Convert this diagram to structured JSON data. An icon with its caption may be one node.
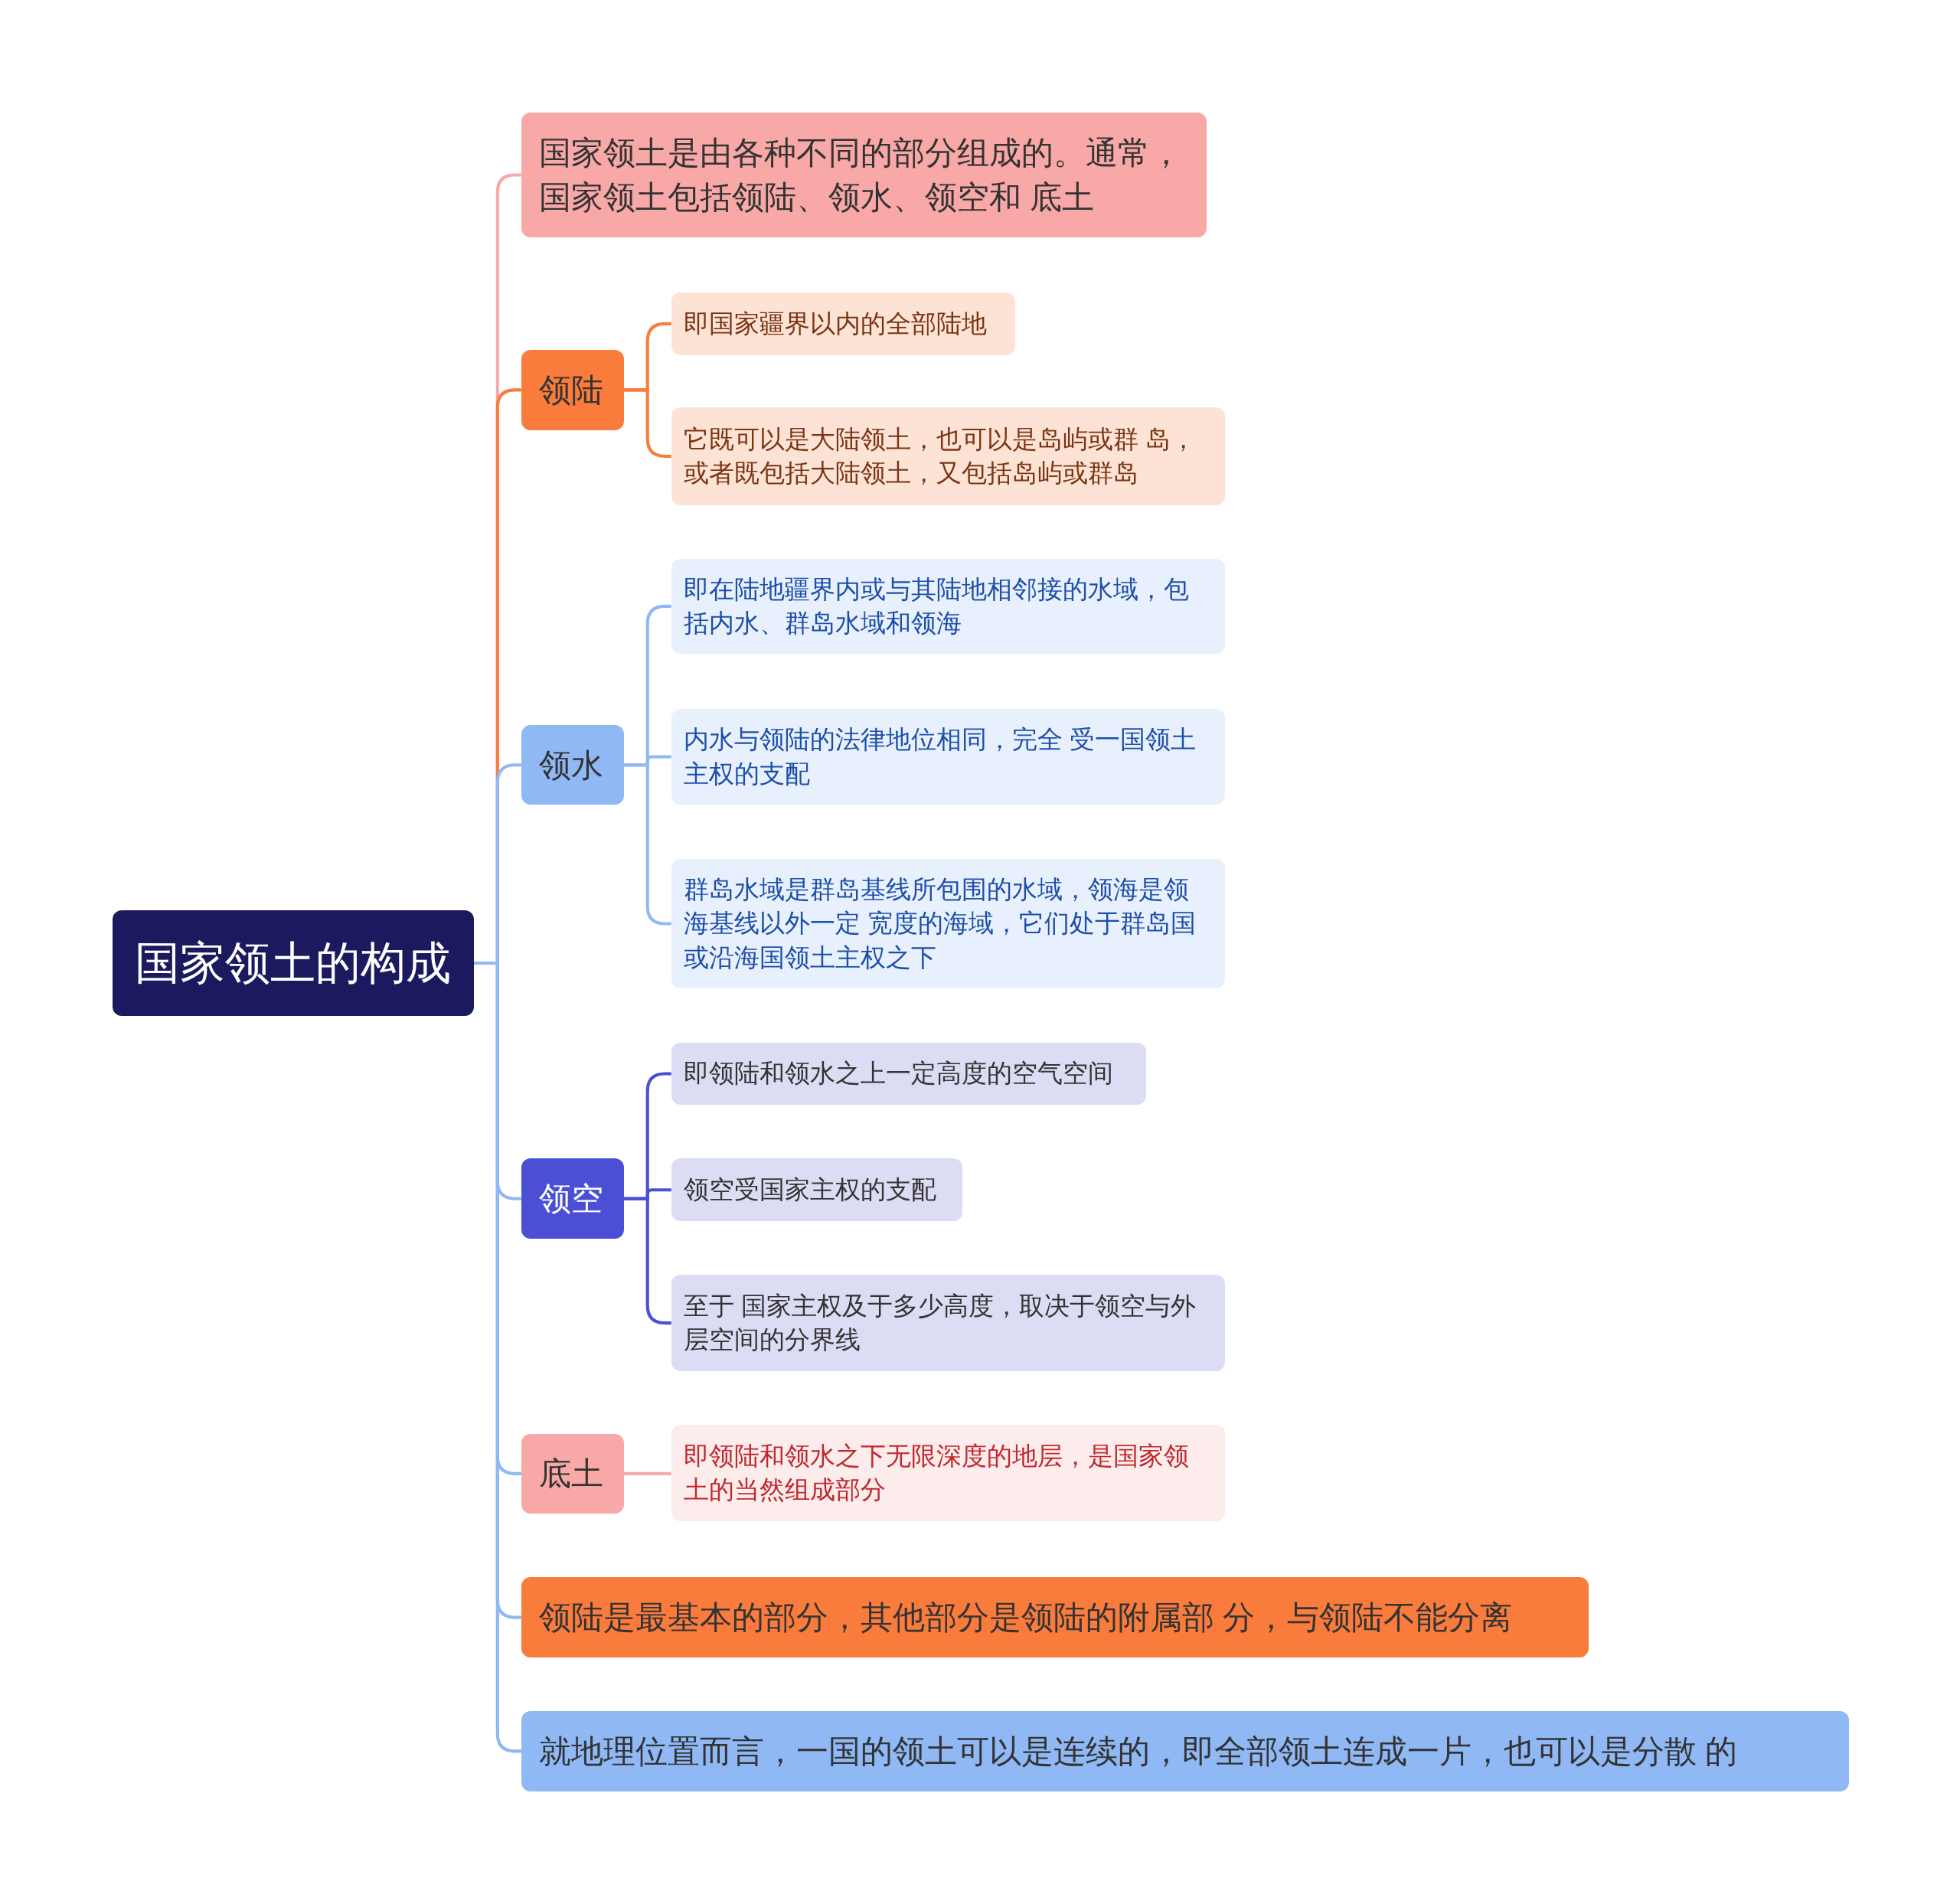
{
  "diagram": {
    "nodes": [
      {
        "text": [
          "国家领土的构成"
        ]
      },
      {
        "text": [
          "国家领土是由各种不同的部分组成的。通常，国家领土包括领陆、领水、领空和 底土"
        ]
      },
      {
        "text": [
          "领陆"
        ]
      },
      {
        "text": [
          "即国家疆界以内的全部陆地"
        ]
      },
      {
        "text": [
          "它既可以是大陆领土，也可以是岛屿或群 岛，或者既包括大陆领土，又包括岛屿或群岛"
        ]
      },
      {
        "text": [
          "领水"
        ]
      },
      {
        "text": [
          "即在陆地疆界内或与其陆地相邻接的水域，包括内水、群岛水域和领海"
        ]
      },
      {
        "text": [
          "内水与领陆的法律地位相同，完全 受一国领土主权的支配"
        ]
      },
      {
        "text": [
          "群岛水域是群岛基线所包围的水域，领海是领海基线以外一定 宽度的海域，它们处于群岛国或沿海国领土主权之下"
        ]
      },
      {
        "text": [
          "领空"
        ]
      },
      {
        "text": [
          "即领陆和领水之上一定高度的空气空间"
        ]
      },
      {
        "text": [
          "领空受国家主权的支配"
        ]
      },
      {
        "text": [
          "至于 国家主权及于多少高度，取决于领空与外层空间的分界线"
        ]
      },
      {
        "text": [
          "底土"
        ]
      },
      {
        "text": [
          "即领陆和领水之下无限深度的地层，是国家领土的当然组成部分"
        ]
      },
      {
        "text": [
          "领陆是最基本的部分，其他部分是领陆的附属部 分，与领陆不能分离"
        ]
      },
      {
        "text": [
          "就地理位置而言，一国的领土可以是连续的，即全部领土连成一片，也可以是分散 的"
        ]
      }
    ],
    "edges": [
      {
        "from": 0,
        "to": 1,
        "arrow": "none",
        "color": "#f9a8a8"
      },
      {
        "from": 0,
        "to": 2,
        "arrow": "none",
        "color": "#f97c3c"
      },
      {
        "from": 0,
        "to": 5,
        "arrow": "none",
        "color": "#8fb8f5"
      },
      {
        "from": 0,
        "to": 9,
        "arrow": "none",
        "color": "#8fb8f5"
      },
      {
        "from": 0,
        "to": 13,
        "arrow": "none",
        "color": "#8fb8f5"
      },
      {
        "from": 0,
        "to": 15,
        "arrow": "none",
        "color": "#8fb8f5"
      },
      {
        "from": 0,
        "to": 16,
        "arrow": "none",
        "color": "#8fb8f5"
      },
      {
        "from": 2,
        "to": 3,
        "arrow": "none",
        "color": "#f97c3c"
      },
      {
        "from": 2,
        "to": 4,
        "arrow": "none",
        "color": "#f97c3c"
      },
      {
        "from": 5,
        "to": 6,
        "arrow": "none",
        "color": "#8fb8f5"
      },
      {
        "from": 5,
        "to": 7,
        "arrow": "none",
        "color": "#8fb8f5"
      },
      {
        "from": 5,
        "to": 8,
        "arrow": "none",
        "color": "#8fb8f5"
      },
      {
        "from": 9,
        "to": 10,
        "arrow": "none",
        "color": "#4a4fd6"
      },
      {
        "from": 9,
        "to": 11,
        "arrow": "none",
        "color": "#4a4fd6"
      },
      {
        "from": 9,
        "to": 12,
        "arrow": "none",
        "color": "#4a4fd6"
      },
      {
        "from": 13,
        "to": 14,
        "arrow": "none",
        "color": "#f9a8a8"
      }
    ]
  }
}
